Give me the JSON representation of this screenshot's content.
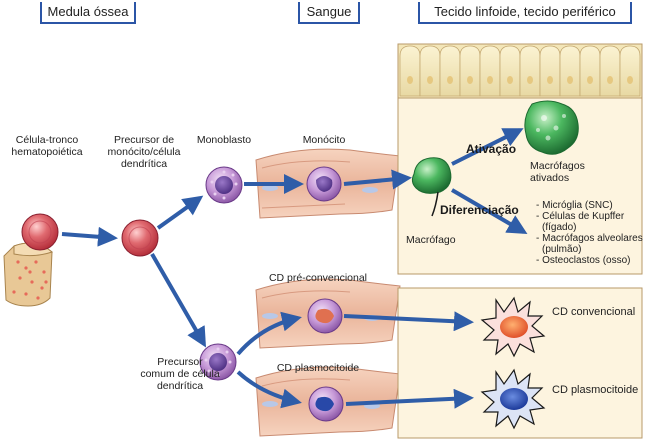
{
  "headers": {
    "bone_marrow": "Medula óssea",
    "blood": "Sangue",
    "lymphoid_tissue": "Tecido linfoide, tecido periférico"
  },
  "labels": {
    "stem_cell": [
      "Célula-tronco",
      "hematopoiética"
    ],
    "monocyte_dc_precursor": [
      "Precursor de",
      "monócito/célula",
      "dendrítica"
    ],
    "monoblast": "Monoblasto",
    "monocyte": "Monócito",
    "activation": "Ativação",
    "activated_macrophages": [
      "Macrófagos",
      "ativados"
    ],
    "differentiation": "Diferenciação",
    "macrophage": "Macrófago",
    "tissue_macrophages": [
      "- Micróglia (SNC)",
      "- Células de Kupffer",
      "(fígado)",
      "- Macrófagos alveolares",
      "(pulmão)",
      "- Osteoclastos (osso)"
    ],
    "pre_conventional_dc": "CD pré-convencional",
    "common_dc_precursor": [
      "Precursor",
      "comum de célula",
      "dendrítica"
    ],
    "plasmacytoid_dc_blood": "CD plasmocitoide",
    "conventional_dc": "CD convencional",
    "plasmacytoid_dc_tissue": "CD plasmocitoide"
  },
  "colors": {
    "header_border": "#2b55a6",
    "arrow": "#2f5da8",
    "tissue_box_fill": "#fdf4df",
    "tissue_box_border": "#b89a6a",
    "red_cell": "#d8505a",
    "purple_cell": "#a774c2",
    "green_cell": "#2f9a48",
    "vessel": "#f0c0a8"
  }
}
